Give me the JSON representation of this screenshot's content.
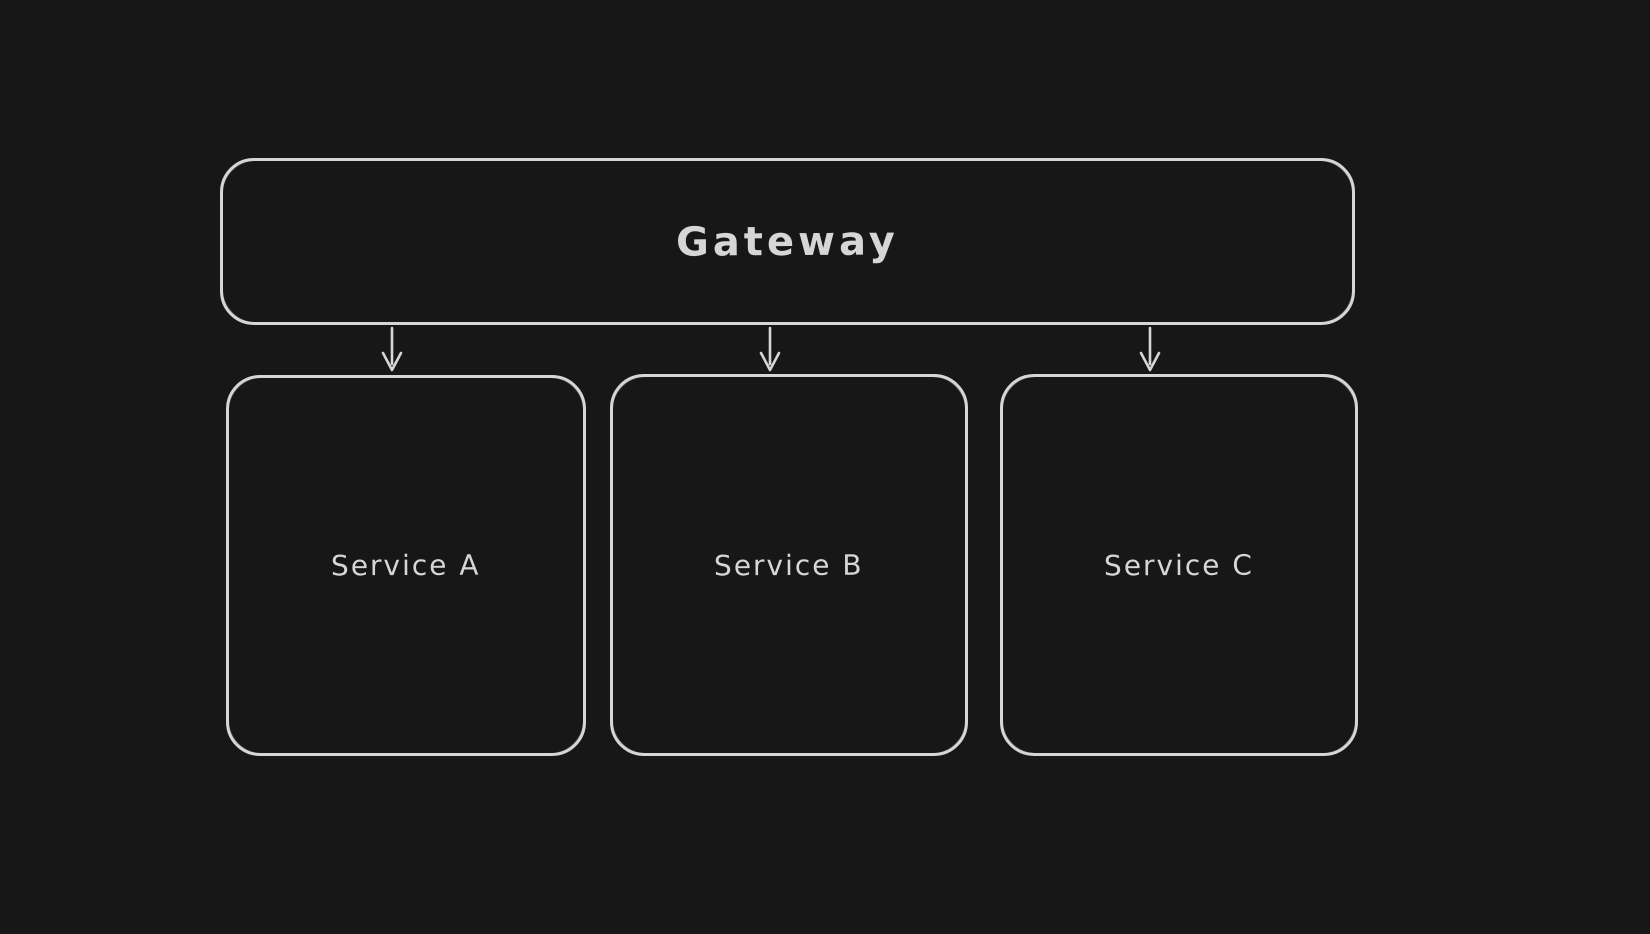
{
  "canvas": {
    "background_color": "#171717",
    "stroke_color": "#d6d6d6",
    "text_color": "#d6d6d6"
  },
  "diagram": {
    "type": "flowchart",
    "style": "hand-drawn",
    "nodes": [
      {
        "id": "gateway",
        "label": "Gateway",
        "shape": "rounded-rectangle"
      },
      {
        "id": "service-a",
        "label": "Service A",
        "shape": "rounded-rectangle"
      },
      {
        "id": "service-b",
        "label": "Service B",
        "shape": "rounded-rectangle"
      },
      {
        "id": "service-c",
        "label": "Service C",
        "shape": "rounded-rectangle"
      }
    ],
    "edges": [
      {
        "from": "gateway",
        "to": "service-a",
        "type": "arrow",
        "direction": "down"
      },
      {
        "from": "gateway",
        "to": "service-b",
        "type": "arrow",
        "direction": "down"
      },
      {
        "from": "gateway",
        "to": "service-c",
        "type": "arrow",
        "direction": "down"
      }
    ]
  }
}
